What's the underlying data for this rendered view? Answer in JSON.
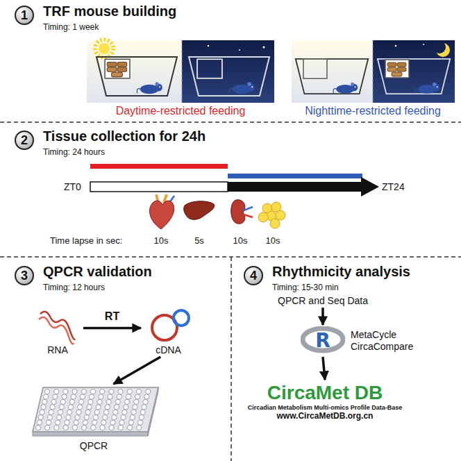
{
  "diagram": {
    "nodes": [
      {
        "text": [
          "1"
        ]
      },
      {
        "text": [
          "2"
        ]
      },
      {
        "text": [
          "3"
        ]
      },
      {
        "text": [
          "RNA"
        ]
      },
      {
        "text": [
          "cDNA"
        ]
      },
      {
        "text": [
          "QPCR"
        ]
      },
      {
        "text": [
          "4"
        ]
      },
      {
        "text": [
          "QPCR and Seq Data"
        ]
      },
      {
        "text": [
          "R",
          "MetaCycle CircaCompare"
        ]
      },
      {
        "text": [
          "CircaMet DB",
          "Circadian Metabolism Multi-omics Profile Data-Base",
          "www.CircaMetDB.org.cn"
        ]
      }
    ],
    "edges": [
      {
        "from": 3,
        "to": 4,
        "arrow": "to",
        "label": "RT"
      },
      {
        "from": 4,
        "to": 5,
        "arrow": "to"
      },
      {
        "from": 7,
        "to": 8,
        "arrow": "to"
      },
      {
        "from": 8,
        "to": 9,
        "arrow": "to"
      }
    ],
    "labels": [
      "TRF mouse building",
      "Timing: 1 week",
      "Daytime-restricted feeding",
      "Nighttime-restricted feeding",
      "Tissue collection for 24h",
      "Timing: 24 hours",
      "ZT0",
      "ZT24",
      "Time lapse in sec:",
      "10s",
      "5s",
      "10s",
      "10s",
      "QPCR validation",
      "Timing: 12 hours",
      "Rhythmicity analysis",
      "Timing: 15-30 min"
    ]
  }
}
